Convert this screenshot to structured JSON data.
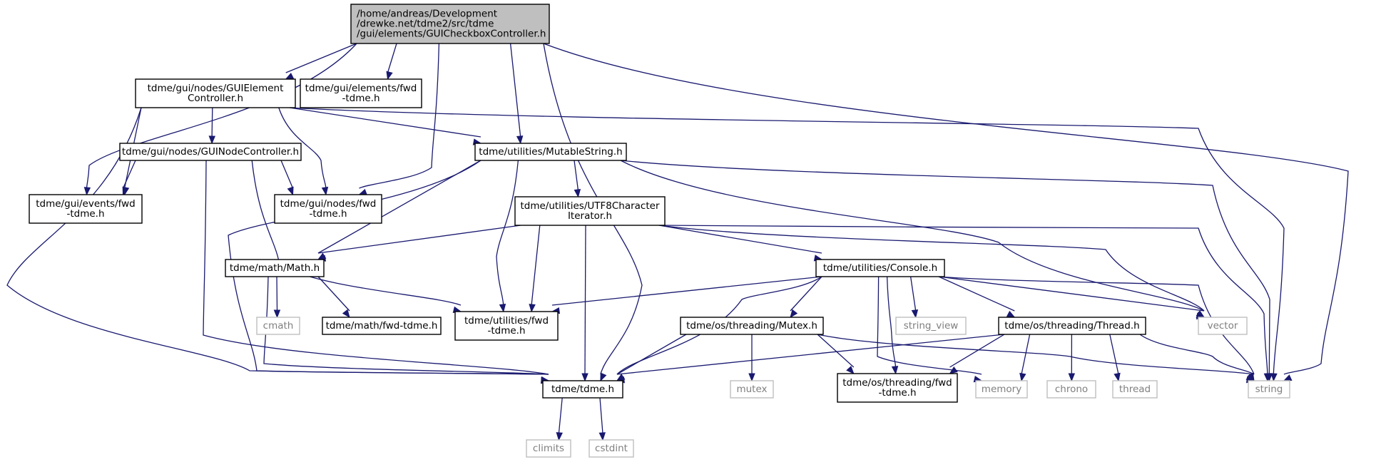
{
  "colors": {
    "edge": "#191970",
    "root_fill": "#bfbfbf",
    "node_border": "#000000",
    "external_border": "#bfbfbf",
    "external_text": "#7f7f7f",
    "text": "#000000"
  },
  "nodes": [
    {
      "id": "root",
      "kind": "root",
      "lines": [
        "/home/andreas/Development",
        "/drewke.net/tdme2/src/tdme",
        "/gui/elements/GUICheckboxController.h"
      ]
    },
    {
      "id": "elemctrl",
      "kind": "internal",
      "lines": [
        "tdme/gui/nodes/GUIElement",
        "Controller.h"
      ]
    },
    {
      "id": "elemfwd",
      "kind": "internal",
      "lines": [
        "tdme/gui/elements/fwd",
        "-tdme.h"
      ]
    },
    {
      "id": "nodectrl",
      "kind": "internal",
      "lines": [
        "tdme/gui/nodes/GUINodeController.h"
      ]
    },
    {
      "id": "mutstr",
      "kind": "internal",
      "lines": [
        "tdme/utilities/MutableString.h"
      ]
    },
    {
      "id": "eventsfwd",
      "kind": "internal",
      "lines": [
        "tdme/gui/events/fwd",
        "-tdme.h"
      ]
    },
    {
      "id": "nodesfwd",
      "kind": "internal",
      "lines": [
        "tdme/gui/nodes/fwd",
        "-tdme.h"
      ]
    },
    {
      "id": "utf8",
      "kind": "internal",
      "lines": [
        "tdme/utilities/UTF8Character",
        "Iterator.h"
      ]
    },
    {
      "id": "math",
      "kind": "internal",
      "lines": [
        "tdme/math/Math.h"
      ]
    },
    {
      "id": "console",
      "kind": "internal",
      "lines": [
        "tdme/utilities/Console.h"
      ]
    },
    {
      "id": "cmath",
      "kind": "external",
      "lines": [
        "cmath"
      ]
    },
    {
      "id": "mathfwd",
      "kind": "internal",
      "lines": [
        "tdme/math/fwd-tdme.h"
      ]
    },
    {
      "id": "utilfwd",
      "kind": "internal",
      "lines": [
        "tdme/utilities/fwd",
        "-tdme.h"
      ]
    },
    {
      "id": "mutex",
      "kind": "internal",
      "lines": [
        "tdme/os/threading/Mutex.h"
      ]
    },
    {
      "id": "stringview",
      "kind": "external",
      "lines": [
        "string_view"
      ]
    },
    {
      "id": "thread",
      "kind": "internal",
      "lines": [
        "tdme/os/threading/Thread.h"
      ]
    },
    {
      "id": "vector",
      "kind": "external",
      "lines": [
        "vector"
      ]
    },
    {
      "id": "tdme",
      "kind": "internal",
      "lines": [
        "tdme/tdme.h"
      ]
    },
    {
      "id": "mutexstd",
      "kind": "external",
      "lines": [
        "mutex"
      ]
    },
    {
      "id": "threadfwd",
      "kind": "internal",
      "lines": [
        "tdme/os/threading/fwd",
        "-tdme.h"
      ]
    },
    {
      "id": "memory",
      "kind": "external",
      "lines": [
        "memory"
      ]
    },
    {
      "id": "chrono",
      "kind": "external",
      "lines": [
        "chrono"
      ]
    },
    {
      "id": "threadstd",
      "kind": "external",
      "lines": [
        "thread"
      ]
    },
    {
      "id": "string",
      "kind": "external",
      "lines": [
        "string"
      ]
    },
    {
      "id": "climits",
      "kind": "external",
      "lines": [
        "climits"
      ]
    },
    {
      "id": "cstdint",
      "kind": "external",
      "lines": [
        "cstdint"
      ]
    }
  ],
  "edges": [
    {
      "from": "root",
      "to": "elemctrl"
    },
    {
      "from": "root",
      "to": "elemfwd"
    },
    {
      "from": "root",
      "to": "eventsfwd"
    },
    {
      "from": "root",
      "to": "nodesfwd"
    },
    {
      "from": "root",
      "to": "mutstr"
    },
    {
      "from": "root",
      "to": "tdme"
    },
    {
      "from": "root",
      "to": "string"
    },
    {
      "from": "elemctrl",
      "to": "nodectrl"
    },
    {
      "from": "elemctrl",
      "to": "eventsfwd"
    },
    {
      "from": "elemctrl",
      "to": "nodesfwd"
    },
    {
      "from": "elemctrl",
      "to": "mutstr"
    },
    {
      "from": "elemctrl",
      "to": "tdme"
    },
    {
      "from": "elemctrl",
      "to": "string"
    },
    {
      "from": "nodectrl",
      "to": "eventsfwd"
    },
    {
      "from": "nodectrl",
      "to": "nodesfwd"
    },
    {
      "from": "nodectrl",
      "to": "utilfwd"
    },
    {
      "from": "nodectrl",
      "to": "tdme"
    },
    {
      "from": "mutstr",
      "to": "utf8"
    },
    {
      "from": "mutstr",
      "to": "math"
    },
    {
      "from": "mutstr",
      "to": "utilfwd"
    },
    {
      "from": "mutstr",
      "to": "tdme"
    },
    {
      "from": "mutstr",
      "to": "vector"
    },
    {
      "from": "mutstr",
      "to": "string"
    },
    {
      "from": "utf8",
      "to": "math"
    },
    {
      "from": "utf8",
      "to": "console"
    },
    {
      "from": "utf8",
      "to": "utilfwd"
    },
    {
      "from": "utf8",
      "to": "tdme"
    },
    {
      "from": "utf8",
      "to": "vector"
    },
    {
      "from": "utf8",
      "to": "string"
    },
    {
      "from": "math",
      "to": "cmath"
    },
    {
      "from": "math",
      "to": "mathfwd"
    },
    {
      "from": "math",
      "to": "tdme"
    },
    {
      "from": "console",
      "to": "utilfwd"
    },
    {
      "from": "console",
      "to": "mutex"
    },
    {
      "from": "console",
      "to": "stringview"
    },
    {
      "from": "console",
      "to": "thread"
    },
    {
      "from": "console",
      "to": "vector"
    },
    {
      "from": "console",
      "to": "tdme"
    },
    {
      "from": "console",
      "to": "threadfwd"
    },
    {
      "from": "console",
      "to": "memory"
    },
    {
      "from": "console",
      "to": "string"
    },
    {
      "from": "mutex",
      "to": "tdme"
    },
    {
      "from": "mutex",
      "to": "mutexstd"
    },
    {
      "from": "mutex",
      "to": "threadfwd"
    },
    {
      "from": "mutex",
      "to": "string"
    },
    {
      "from": "thread",
      "to": "tdme"
    },
    {
      "from": "thread",
      "to": "threadfwd"
    },
    {
      "from": "thread",
      "to": "memory"
    },
    {
      "from": "thread",
      "to": "chrono"
    },
    {
      "from": "thread",
      "to": "threadstd"
    },
    {
      "from": "thread",
      "to": "string"
    },
    {
      "from": "tdme",
      "to": "climits"
    },
    {
      "from": "tdme",
      "to": "cstdint"
    }
  ]
}
